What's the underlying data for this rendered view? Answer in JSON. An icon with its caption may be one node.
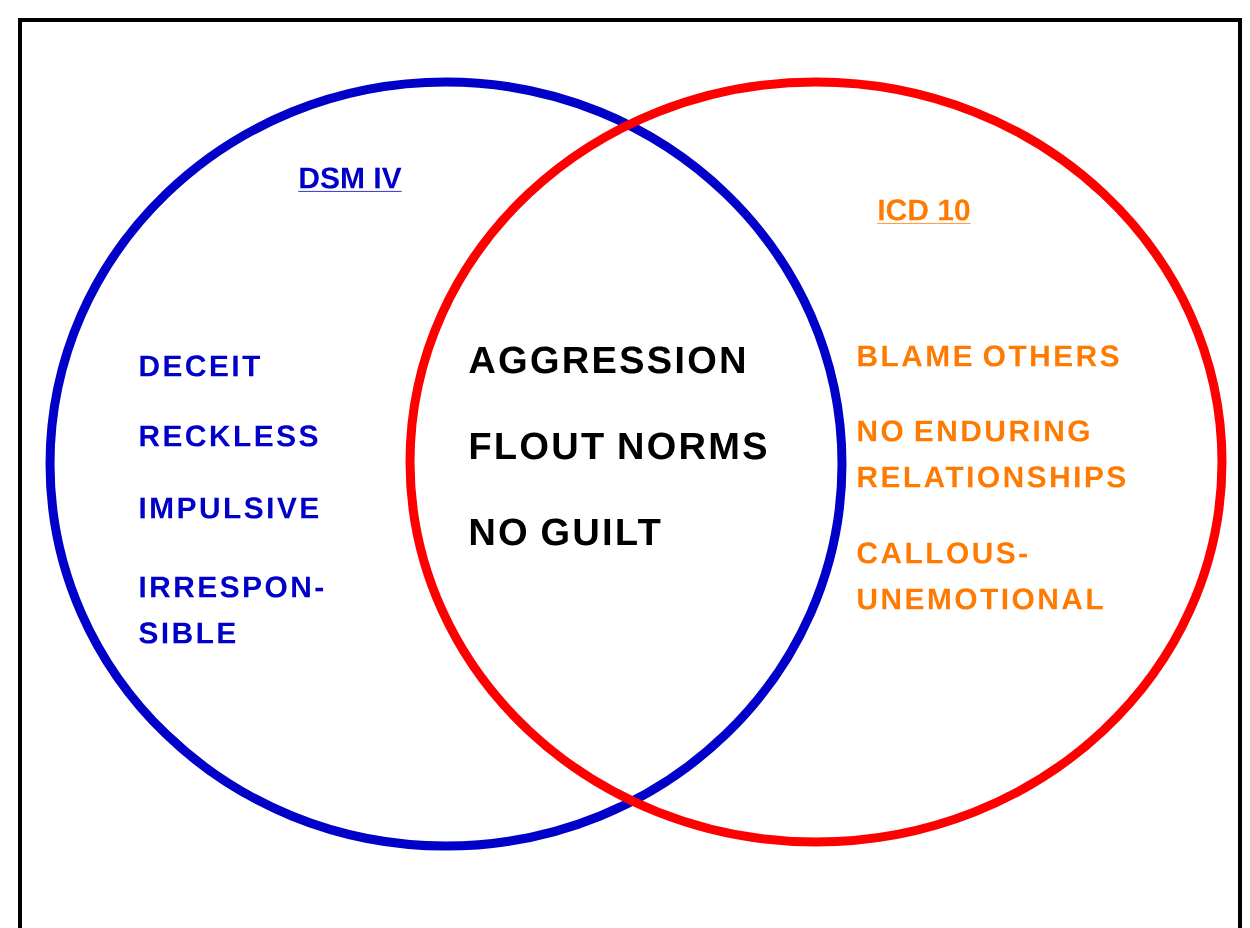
{
  "diagram": {
    "nodes": [
      {
        "text": [
          "DSM IV",
          "DECEIT",
          "RECKLESS",
          "IMPULSIVE",
          "IRRESPON- SIBLE"
        ]
      },
      {
        "text": [
          "ICD 10",
          "BLAME OTHERS",
          "NO ENDURING RELATIONSHIPS",
          "CALLOUS- UNEMOTIONAL"
        ]
      }
    ],
    "labels": [
      "AGGRESSION",
      "FLOUT NORMS",
      "NO GUILT"
    ]
  }
}
